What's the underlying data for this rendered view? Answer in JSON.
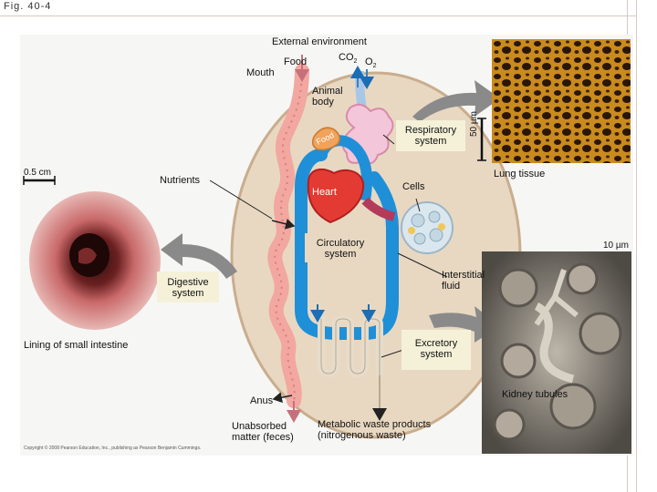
{
  "figure_label": "Fig. 40-4",
  "labels": {
    "external_environment": "External environment",
    "food": "Food",
    "co2": "CO",
    "co2_sub": "2",
    "o2": "O",
    "o2_sub": "2",
    "mouth": "Mouth",
    "animal_body": "Animal body",
    "respiratory_system": "Respiratory system",
    "lung_tissue": "Lung tissue",
    "scale_50um": "50 µm",
    "scale_05cm": "0.5 cm",
    "scale_10um": "10 µm",
    "nutrients": "Nutrients",
    "heart": "Heart",
    "food_in_tract": "Food",
    "cells": "Cells",
    "circulatory_system": "Circulatory system",
    "interstitial_fluid": "Interstitial fluid",
    "digestive_system": "Digestive system",
    "lining_small_intestine": "Lining of small intestine",
    "excretory_system": "Excretory system",
    "kidney_tubules": "Kidney tubules",
    "anus": "Anus",
    "unabsorbed_matter": "Unabsorbed matter (feces)",
    "metabolic_waste": "Metabolic waste products (nitrogenous waste)"
  },
  "copyright": "Copyright © 2008 Pearson Education, Inc., publishing as Pearson Benjamin Cummings.",
  "colors": {
    "body_fill": "#e8d8c2",
    "body_outline": "#c9ad8d",
    "digestive_tract": "#f2a7a0",
    "circulatory": "#1f8fd8",
    "heart": "#e33b33",
    "respiratory": "#f3c6d9",
    "excretory": "#e6dccb",
    "label_box": "#f4f1d8",
    "grey_arrow": "#8a8a8a"
  }
}
